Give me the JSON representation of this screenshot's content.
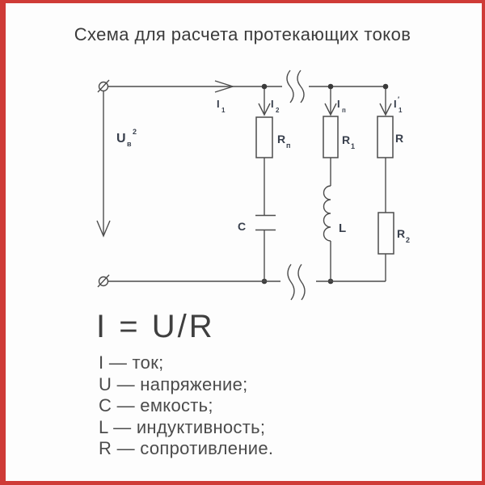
{
  "title": "Схема для расчета протекающих токов",
  "colors": {
    "frame": "#cf3b37",
    "background": "#fdfdfd",
    "wire": "#4d4d4d",
    "label": "#39404d"
  },
  "circuit": {
    "currents": {
      "i1": {
        "base": "I",
        "sub": "1"
      },
      "i2": {
        "base": "I",
        "sub": "2"
      },
      "in": {
        "base": "I",
        "sub": "п"
      },
      "i1p": {
        "base": "I",
        "sub": "1",
        "sup": "′"
      }
    },
    "voltage": {
      "base": "U",
      "sub": "в",
      "sup": "2"
    },
    "components": {
      "rn": {
        "base": "R",
        "sub": "п"
      },
      "r1": {
        "base": "R",
        "sub": "1"
      },
      "r": {
        "base": "R"
      },
      "r2": {
        "base": "R",
        "sub": "2"
      },
      "c": {
        "base": "C"
      },
      "l": {
        "base": "L"
      }
    }
  },
  "formula": "I = U/R",
  "legend": [
    "I — ток;",
    "U — напряжение;",
    "C — емкость;",
    "L — индуктивность;",
    "R — сопротивление."
  ]
}
